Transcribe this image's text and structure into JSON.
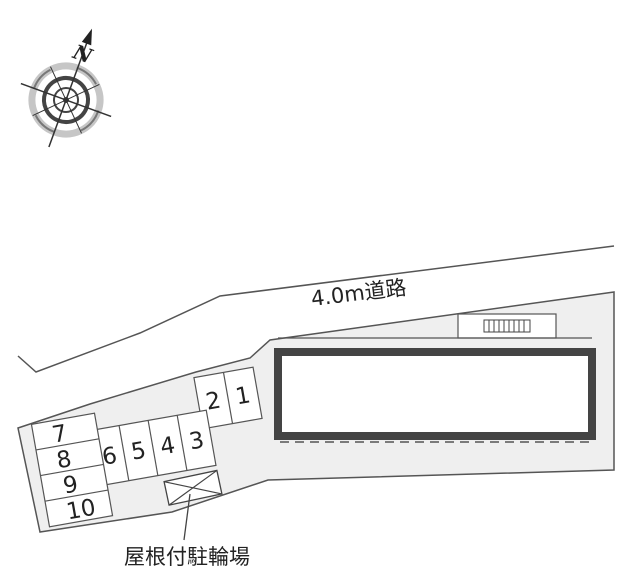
{
  "map": {
    "road_label": "4.0m道路",
    "compass_label": "N",
    "bike_parking_label": "屋根付駐輪場",
    "parking_spaces": [
      "1",
      "2",
      "3",
      "4",
      "5",
      "6",
      "7",
      "8",
      "9",
      "10"
    ]
  },
  "colors": {
    "lot_fill": "#efefef",
    "line": "#555555",
    "building_outline": "#444444",
    "white": "#ffffff"
  },
  "icons": {
    "compass": "compass-rose-icon",
    "bike_shed": "crossed-box-icon",
    "entrance": "striped-grille-icon"
  }
}
